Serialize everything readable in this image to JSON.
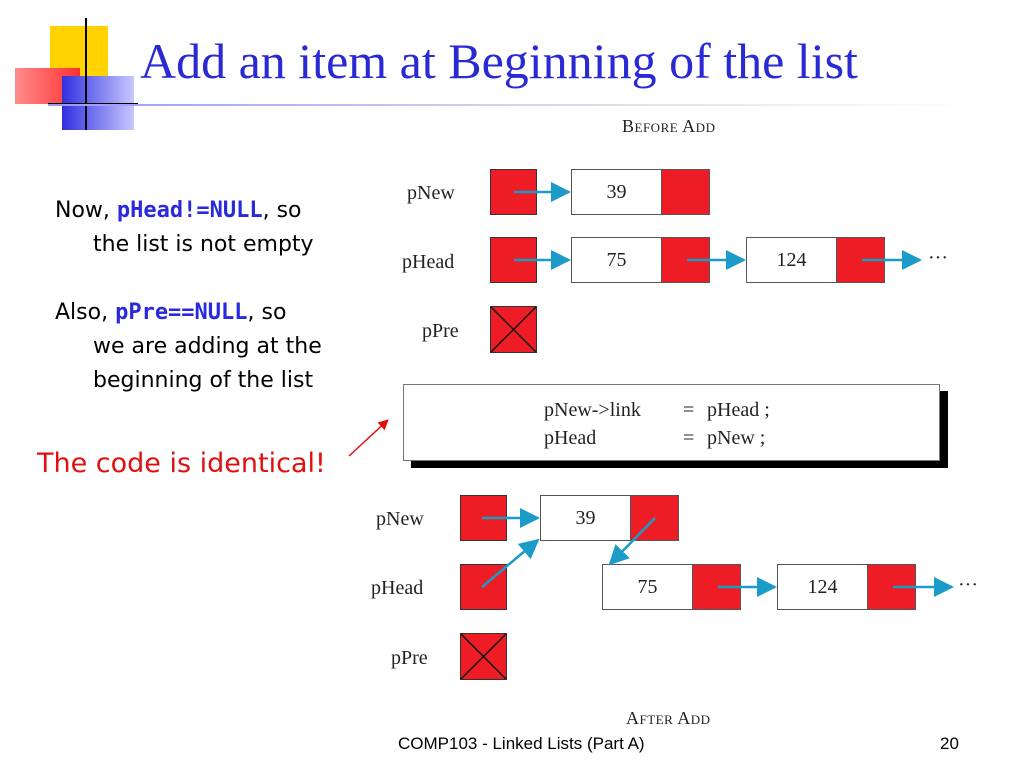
{
  "slide": {
    "title": "Add an item at Beginning of the list",
    "bullets": [
      {
        "pre": "Now, ",
        "code": "pHead!=NULL",
        "post": ", so",
        "cont": "the list is not empty"
      },
      {
        "pre": "Also, ",
        "code": "pPre==NULL",
        "post": ", so",
        "cont1": "we are adding at the",
        "cont2": "beginning of the list"
      }
    ],
    "highlight": "The code is identical!",
    "footer_center": "COMP103 - Linked Lists (Part A)",
    "page_number": "20"
  },
  "diagram": {
    "before_caption": "Before Add",
    "after_caption": "After Add",
    "labels": {
      "pnew": "pNew",
      "phead": "pHead",
      "ppre": "pPre"
    },
    "ellipsis": "···",
    "before_nodes": {
      "new": "39",
      "first": "75",
      "second": "124"
    },
    "after_nodes": {
      "new": "39",
      "first": "75",
      "second": "124"
    },
    "code": {
      "line1_lhs": "pNew->link",
      "line1_op": "=",
      "line1_rhs": "pHead ;",
      "line2_lhs": "pHead",
      "line2_op": "=",
      "line2_rhs": "pNew ;"
    }
  },
  "colors": {
    "title": "#2a2ad4",
    "code": "#2929e0",
    "highlight": "#e01010",
    "pointer": "#ee1c24",
    "arrow": "#1a9bc8"
  }
}
